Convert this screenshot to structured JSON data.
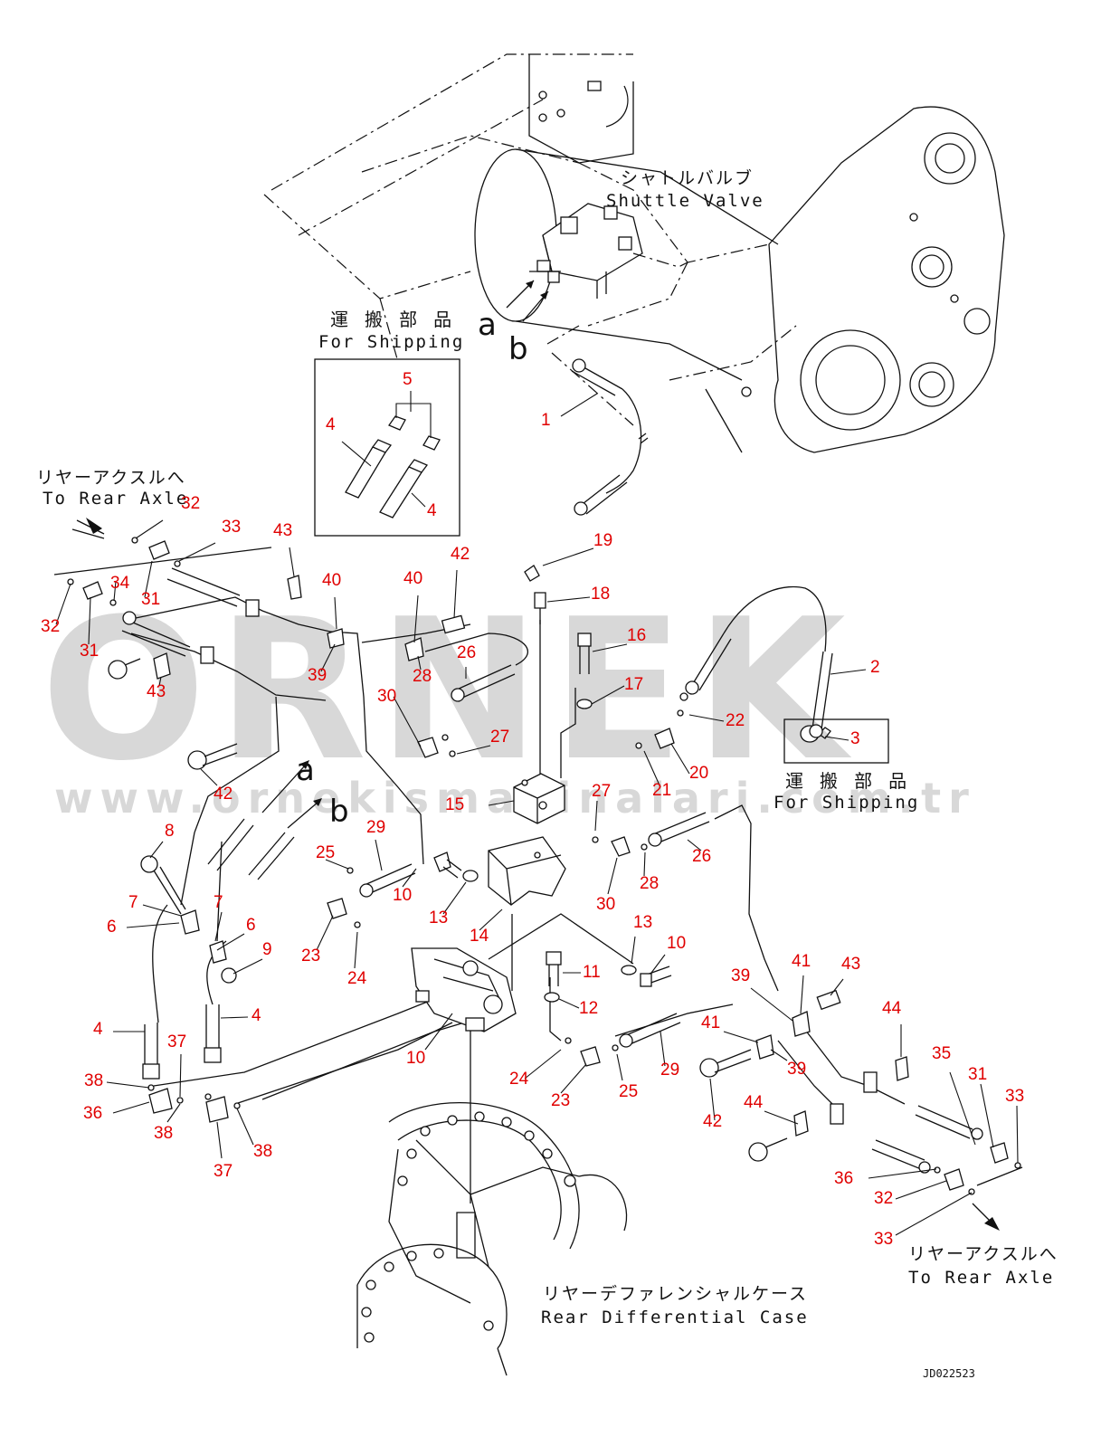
{
  "watermark": {
    "text": "ORNEK",
    "url": "www.ornekismakinalari.com.tr"
  },
  "captions": {
    "shuttle_valve_jp": "シャトルバルブ",
    "shuttle_valve_en": "Shuttle Valve",
    "for_shipping_jp": "運 搬 部 品",
    "for_shipping_en": "For Shipping",
    "to_rear_axle_jp": "リヤーアクスルへ",
    "to_rear_axle_en": "To Rear Axle",
    "rear_diff_jp": "リヤーデファレンシャルケース",
    "rear_diff_en": "Rear Differential Case",
    "drawing_code": "JD022523"
  },
  "port_letters": {
    "a": "a",
    "b": "b"
  },
  "part_labels": [
    "1",
    "2",
    "3",
    "4",
    "4",
    "4",
    "4",
    "5",
    "6",
    "6",
    "7",
    "7",
    "8",
    "9",
    "10",
    "10",
    "10",
    "11",
    "12",
    "13",
    "13",
    "14",
    "15",
    "16",
    "17",
    "18",
    "19",
    "20",
    "21",
    "22",
    "23",
    "23",
    "24",
    "24",
    "25",
    "25",
    "26",
    "26",
    "27",
    "27",
    "28",
    "28",
    "29",
    "29",
    "30",
    "30",
    "31",
    "31",
    "31",
    "32",
    "32",
    "32",
    "33",
    "33",
    "33",
    "34",
    "35",
    "36",
    "36",
    "37",
    "37",
    "38",
    "38",
    "38",
    "39",
    "39",
    "39",
    "40",
    "40",
    "41",
    "41",
    "42",
    "42",
    "42",
    "43",
    "43",
    "43",
    "44",
    "44"
  ]
}
